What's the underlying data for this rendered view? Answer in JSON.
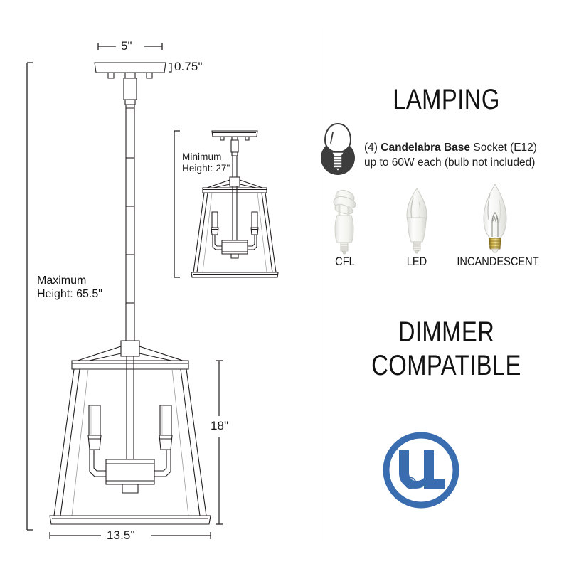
{
  "page": {
    "type": "product-specification-diagram",
    "product": "4-light candelabra lantern pendant",
    "background": "#ffffff",
    "divider_color": "#d3d3d3",
    "line_color": "#231f20"
  },
  "dimensions": {
    "canopy_width": "5\"",
    "canopy_depth": "0.75\"",
    "maximum_height_label_line1": "Maximum",
    "maximum_height_label_line2": "Height: 65.5\"",
    "minimum_height_label_line1": "Minimum",
    "minimum_height_label_line2": "Height: 27\"",
    "shade_height": "18\"",
    "shade_width": "13.5\""
  },
  "lamping": {
    "heading": "LAMPING",
    "icon": "candelabra-bulb-icon",
    "socket_count": "(4)",
    "socket_type": "Candelabra Base",
    "socket_suffix": "Socket (E12)",
    "wattage_line": "up to 60W each (bulb not included)",
    "bulb_types": [
      {
        "name": "CFL",
        "caption": "CFL",
        "icon": "cfl-bulb-icon"
      },
      {
        "name": "LED",
        "caption": "LED",
        "icon": "led-candle-bulb-icon"
      },
      {
        "name": "INCANDESCENT",
        "caption": "INCANDESCENT",
        "icon": "incandescent-candle-bulb-icon"
      }
    ]
  },
  "dimmer": {
    "heading_line1": "DIMMER",
    "heading_line2": "COMPATIBLE"
  },
  "certification": {
    "mark": "UL",
    "registered_symbol": "®",
    "color": "#3a6cb0",
    "name": "ul-listed-mark"
  }
}
